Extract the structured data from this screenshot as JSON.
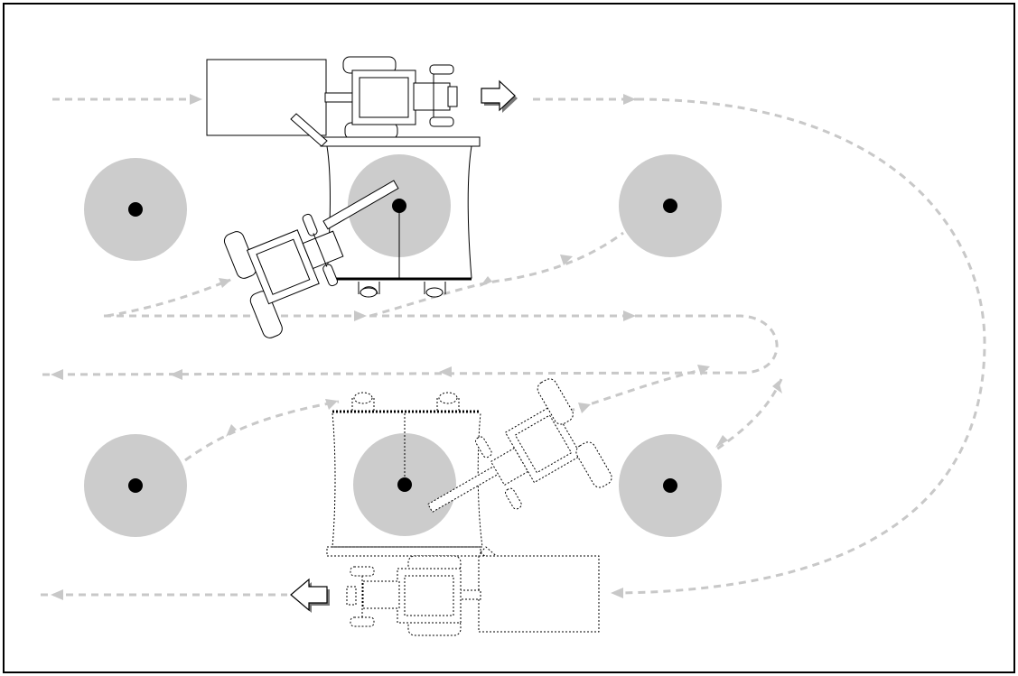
{
  "diagram": {
    "description_free": true,
    "colors": {
      "path": "#c8c8c8",
      "tree_canopy": "#cccccc",
      "tree_trunk": "#000000",
      "machine_line": "#000000",
      "background": "#ffffff",
      "border": "#000000"
    },
    "trees": [
      {
        "id": "tree-top-left"
      },
      {
        "id": "tree-top-middle"
      },
      {
        "id": "tree-top-right"
      },
      {
        "id": "tree-bottom-left"
      },
      {
        "id": "tree-bottom-middle"
      },
      {
        "id": "tree-bottom-right"
      }
    ],
    "machines": [
      {
        "id": "tractor-top-drive",
        "style": "solid"
      },
      {
        "id": "tractor-top-clamp",
        "style": "solid"
      },
      {
        "id": "tractor-bottom-clamp",
        "style": "dotted"
      },
      {
        "id": "tractor-bottom-drive",
        "style": "dotted"
      }
    ],
    "direction_arrows": [
      {
        "id": "direction-arrow-right",
        "direction": "right"
      },
      {
        "id": "direction-arrow-left",
        "direction": "left"
      }
    ]
  }
}
